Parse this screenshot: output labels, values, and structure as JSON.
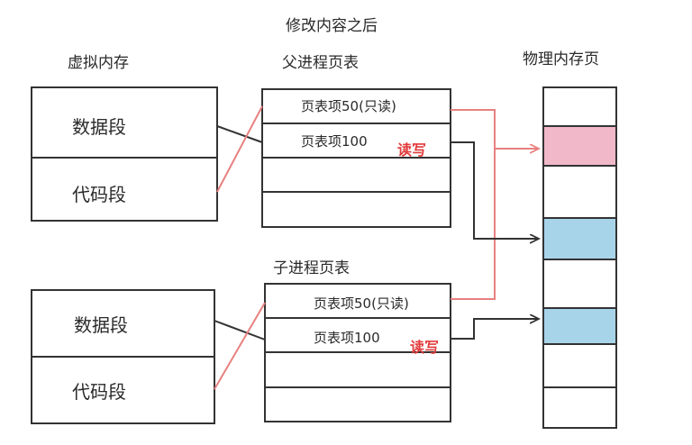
{
  "title": "修改内容之后",
  "headers": {
    "virtual_memory": "虚拟内存",
    "parent_page_table": "父进程页表",
    "child_page_table": "子进程页表",
    "physical_page": "物理内存页"
  },
  "segments": {
    "data": "数据段",
    "code": "代码段"
  },
  "parent_entries": {
    "entry50": "页表项50(只读)",
    "entry100": "页表项100",
    "rw": "读写"
  },
  "child_entries": {
    "entry50": "页表项50(只读)",
    "entry100": "页表项100",
    "rw": "读写"
  },
  "colors": {
    "red": "#e23b3b",
    "red_arrow": "#e88080",
    "pink_page": "#f0b8c8",
    "blue_page": "#a8d4ea",
    "line": "#333333"
  }
}
